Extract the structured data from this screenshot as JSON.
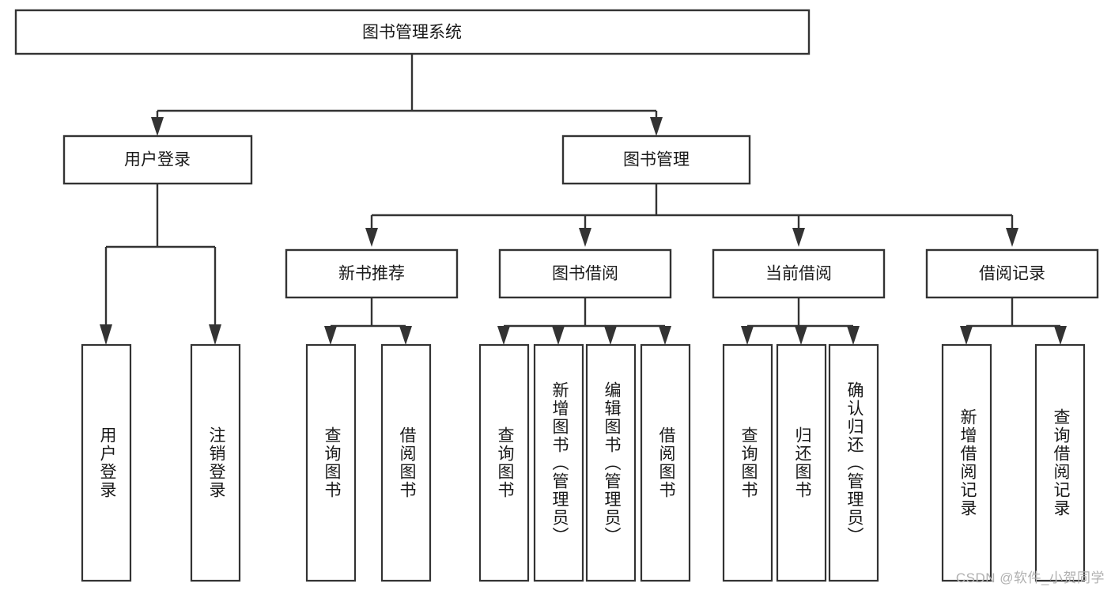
{
  "diagram": {
    "type": "tree",
    "title": "图书管理系统",
    "watermark": "CSDN @软件_小贺同学",
    "colors": {
      "stroke": "#333333",
      "fill": "#ffffff",
      "text": "#1a1a1a",
      "watermark": "#b0b0b0"
    },
    "levels": {
      "root": {
        "label": "图书管理系统"
      },
      "level2": [
        {
          "label": "用户登录"
        },
        {
          "label": "图书管理"
        }
      ],
      "level3": [
        {
          "label": "新书推荐"
        },
        {
          "label": "图书借阅"
        },
        {
          "label": "当前借阅"
        },
        {
          "label": "借阅记录"
        }
      ],
      "leaves": [
        {
          "label": "用户登录",
          "parent": "用户登录"
        },
        {
          "label": "注销登录",
          "parent": "用户登录"
        },
        {
          "label": "查询图书",
          "parent": "新书推荐"
        },
        {
          "label": "借阅图书",
          "parent": "新书推荐"
        },
        {
          "label": "查询图书",
          "parent": "图书借阅"
        },
        {
          "label": "新增图书（管理员）",
          "parent": "图书借阅"
        },
        {
          "label": "编辑图书（管理员）",
          "parent": "图书借阅"
        },
        {
          "label": "借阅图书",
          "parent": "图书借阅"
        },
        {
          "label": "查询图书",
          "parent": "当前借阅"
        },
        {
          "label": "归还图书",
          "parent": "当前借阅"
        },
        {
          "label": "确认归还（管理员）",
          "parent": "当前借阅"
        },
        {
          "label": "新增借阅记录",
          "parent": "借阅记录"
        },
        {
          "label": "查询借阅记录",
          "parent": "借阅记录"
        }
      ]
    }
  }
}
